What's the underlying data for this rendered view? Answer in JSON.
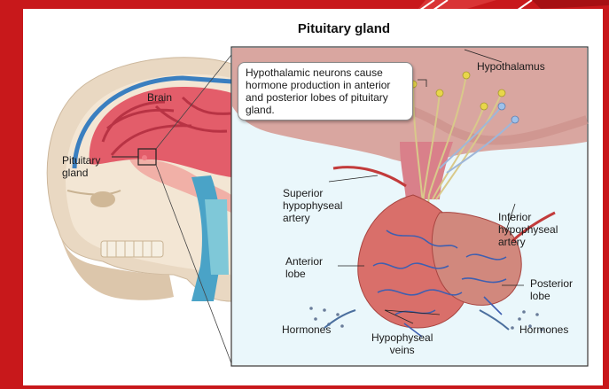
{
  "slide": {
    "background_color": "#c8181b"
  },
  "figure": {
    "title": "Pituitary gland",
    "callout": "Hypothalamic neurons cause hormone production in anterior and posterior lobes of pituitary gland.",
    "labels": {
      "brain": "Brain",
      "pituitary_gland": "Pituitary\ngland",
      "hypothalamus": "Hypothalamus",
      "superior_artery": "Superior\nhypophyseal\nartery",
      "inferior_artery": "Inferior\nhypophyseal\nartery",
      "anterior_lobe": "Anterior\nlobe",
      "posterior_lobe": "Posterior\nlobe",
      "hormones_left": "Hormones",
      "hormones_right": "Hormones",
      "hypophyseal_veins": "Hypophyseal\nveins"
    }
  }
}
